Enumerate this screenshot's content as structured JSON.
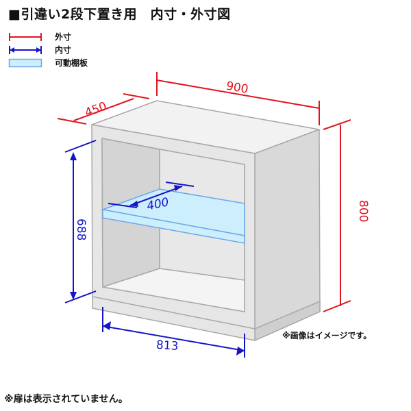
{
  "title": "■引違い2段下置き用　内寸・外寸図",
  "legend": {
    "items": [
      {
        "label": "外寸",
        "kind": "outer-dimension",
        "color": "#e0141e"
      },
      {
        "label": "内寸",
        "kind": "inner-dimension",
        "color": "#1414c8"
      },
      {
        "label": "可動棚板",
        "kind": "movable-shelf",
        "color": "#cdeefc"
      }
    ]
  },
  "dimensions": {
    "outer_width": "900",
    "outer_depth": "450",
    "outer_height": "800",
    "inner_width": "813",
    "inner_height": "688",
    "shelf_depth": "400"
  },
  "colors": {
    "outer": "#e0141e",
    "inner": "#1414c8",
    "shelf_fill": "#cdeefc",
    "shelf_edge": "#6aa8e8",
    "cabinet_front": "#e6e6e6",
    "cabinet_side": "#d9d9d9",
    "cabinet_top": "#f2f2f2",
    "cabinet_edge": "#a8a8a8"
  },
  "notes": {
    "image_note": "※画像はイメージです。",
    "door_note": "※扉は表示されていません。"
  }
}
